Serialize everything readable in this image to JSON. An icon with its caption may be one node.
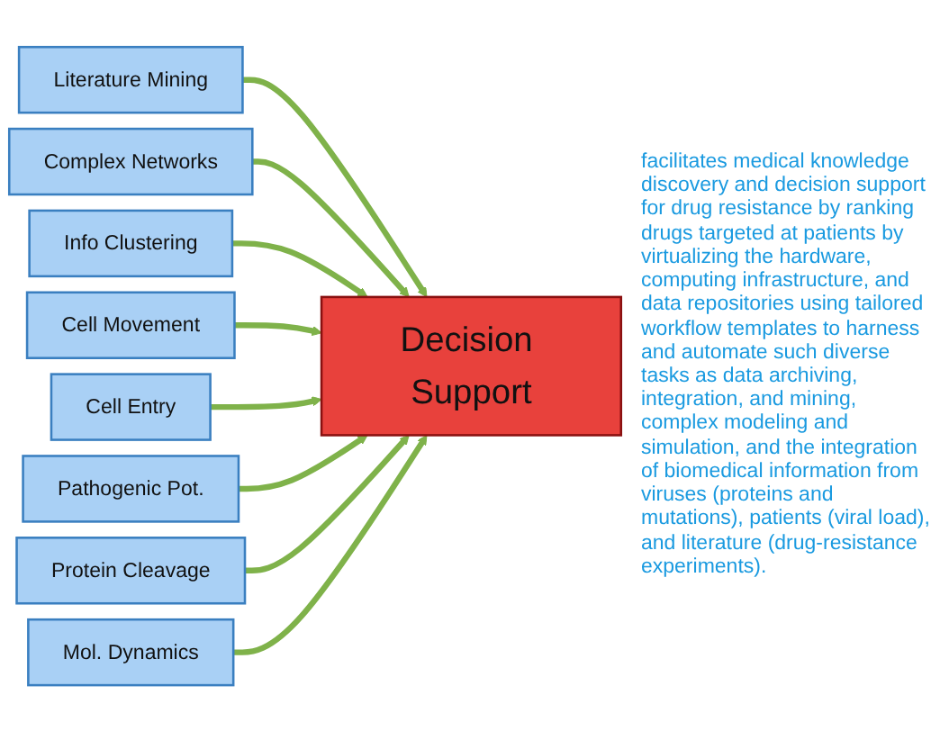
{
  "diagram": {
    "nodes": [
      {
        "text": [
          "Literature Mining"
        ]
      },
      {
        "text": [
          "Complex Networks"
        ]
      },
      {
        "text": [
          "Info Clustering"
        ]
      },
      {
        "text": [
          "Cell Movement"
        ]
      },
      {
        "text": [
          "Cell Entry"
        ]
      },
      {
        "text": [
          "Pathogenic Pot."
        ]
      },
      {
        "text": [
          "Protein Cleavage"
        ]
      },
      {
        "text": [
          "Mol. Dynamics"
        ]
      },
      {
        "text": [
          "Decision Support"
        ]
      }
    ],
    "edges": [
      {
        "from": 0,
        "to": 8,
        "arrow": "to"
      },
      {
        "from": 1,
        "to": 8,
        "arrow": "to"
      },
      {
        "from": 2,
        "to": 8,
        "arrow": "to"
      },
      {
        "from": 3,
        "to": 8,
        "arrow": "to"
      },
      {
        "from": 4,
        "to": 8,
        "arrow": "to"
      },
      {
        "from": 5,
        "to": 8,
        "arrow": "to"
      },
      {
        "from": 6,
        "to": 8,
        "arrow": "to"
      },
      {
        "from": 7,
        "to": 8,
        "arrow": "to"
      }
    ],
    "labels": [
      "facilitates medical knowledge discovery and decision support for drug resistance by ranking drugs targeted at patients by virtualizing the hardware, computing infrastructure, and data repositories using tailored workflow templates to harness and automate such diverse tasks as data archiving, integration, and mining, complex modeling and simulation, and the integration of biomedical information from viruses (proteins and mutations), patients (viral load), and literature (drug-resistance experiments)."
    ]
  }
}
